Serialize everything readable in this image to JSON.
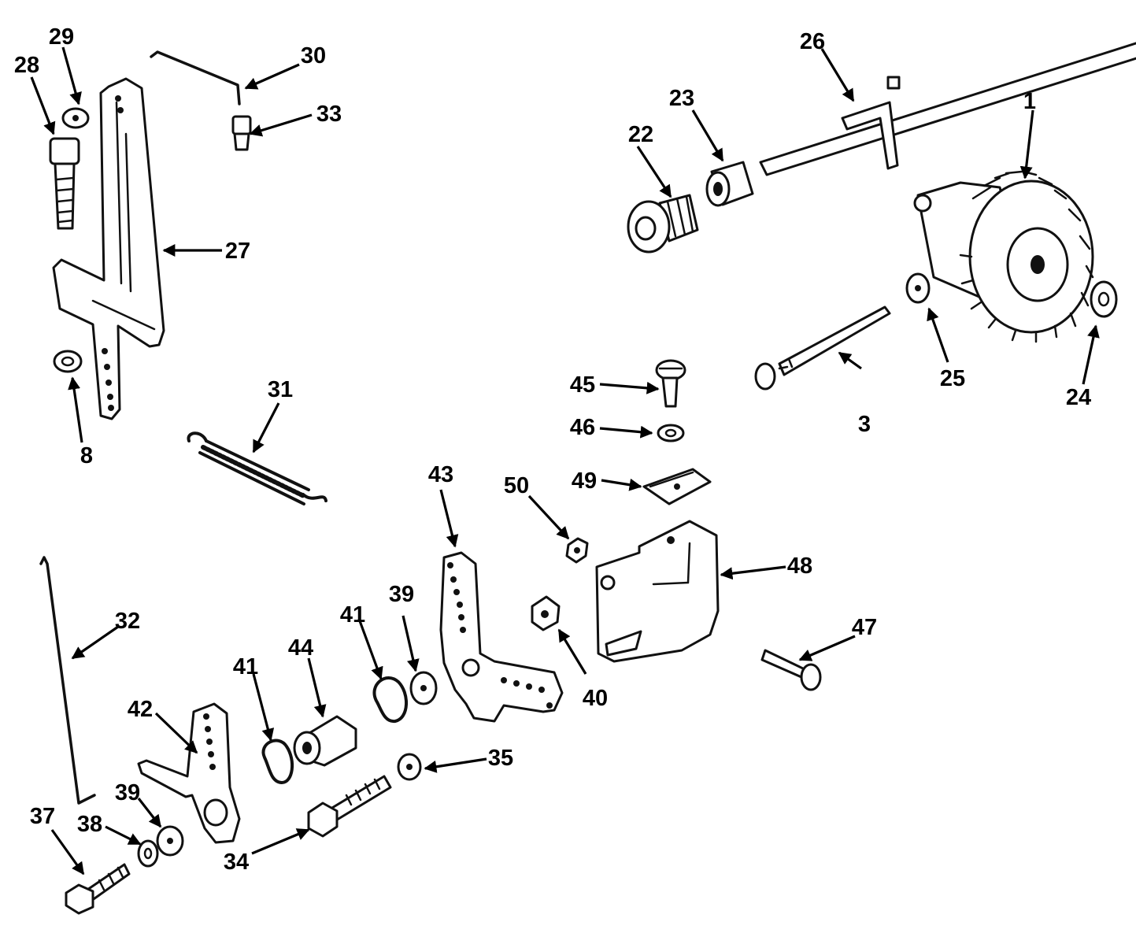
{
  "callouts": {
    "c1": "1",
    "c3": "3",
    "c8": "8",
    "c22": "22",
    "c23": "23",
    "c24": "24",
    "c25": "25",
    "c26": "26",
    "c27": "27",
    "c28": "28",
    "c29": "29",
    "c30": "30",
    "c31": "31",
    "c32": "32",
    "c33": "33",
    "c34": "34",
    "c35": "35",
    "c37": "37",
    "c38": "38",
    "c39a": "39",
    "c39b": "39",
    "c40": "40",
    "c41a": "41",
    "c41b": "41",
    "c42": "42",
    "c43": "43",
    "c44": "44",
    "c45": "45",
    "c46": "46",
    "c47": "47",
    "c48": "48",
    "c49": "49",
    "c50": "50"
  }
}
